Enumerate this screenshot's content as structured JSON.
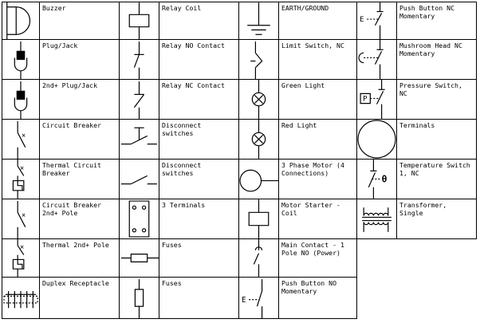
{
  "symbols": [
    [
      {
        "label": "Buzzer",
        "icon": "buzzer-icon"
      },
      {
        "label": "Relay Coil",
        "icon": "relay-coil-icon"
      },
      {
        "label": "EARTH/GROUND",
        "icon": "earth-ground-icon"
      },
      {
        "label": "Push Button NC Momentary",
        "icon": "push-button-nc-icon"
      }
    ],
    [
      {
        "label": "Plug/Jack",
        "icon": "plug-jack-icon"
      },
      {
        "label": "Relay NO Contact",
        "icon": "relay-no-contact-icon"
      },
      {
        "label": "Limit Switch, NC",
        "icon": "limit-switch-nc-icon"
      },
      {
        "label": "Mushroom Head NC Momentary",
        "icon": "mushroom-head-nc-icon"
      }
    ],
    [
      {
        "label": "2nd+ Plug/Jack",
        "icon": "plug-jack-2nd-icon"
      },
      {
        "label": "Relay NC Contact",
        "icon": "relay-nc-contact-icon"
      },
      {
        "label": "Green Light",
        "icon": "green-light-icon"
      },
      {
        "label": "Pressure Switch, NC",
        "icon": "pressure-switch-nc-icon"
      }
    ],
    [
      {
        "label": "Circuit Breaker",
        "icon": "circuit-breaker-icon"
      },
      {
        "label": "Disconnect switches",
        "icon": "disconnect-switch-icon"
      },
      {
        "label": "Red Light",
        "icon": "red-light-icon"
      },
      {
        "label": "Terminals",
        "icon": "terminals-icon"
      }
    ],
    [
      {
        "label": "Thermal Circuit Breaker",
        "icon": "thermal-circuit-breaker-icon"
      },
      {
        "label": "Disconnect switches",
        "icon": "disconnect-switch-2-icon"
      },
      {
        "label": "3 Phase Motor (4 Connections)",
        "icon": "three-phase-motor-icon"
      },
      {
        "label": "Temperature Switch 1, NC",
        "icon": "temperature-switch-nc-icon"
      }
    ],
    [
      {
        "label": "Circuit Breaker 2nd+ Pole",
        "icon": "circuit-breaker-2nd-pole-icon"
      },
      {
        "label": "3 Terminals",
        "icon": "three-terminals-icon"
      },
      {
        "label": "Motor Starter - Coil",
        "icon": "motor-starter-coil-icon"
      },
      {
        "label": "Transformer, Single",
        "icon": "transformer-single-icon"
      }
    ],
    [
      {
        "label": "Thermal 2nd+ Pole",
        "icon": "thermal-2nd-pole-icon"
      },
      {
        "label": "Fuses",
        "icon": "fuse-horizontal-icon"
      },
      {
        "label": "Main Contact - 1 Pole NO (Power)",
        "icon": "main-contact-icon"
      }
    ],
    [
      {
        "label": "Duplex Receptacle",
        "icon": "duplex-receptacle-icon"
      },
      {
        "label": "Fuses",
        "icon": "fuse-vertical-icon"
      },
      {
        "label": "Push Button NO Momentary",
        "icon": "push-button-no-icon"
      }
    ]
  ],
  "glyphs": {
    "thermal_mark": "θ",
    "pressure_mark": "P",
    "push_mark": "E"
  }
}
